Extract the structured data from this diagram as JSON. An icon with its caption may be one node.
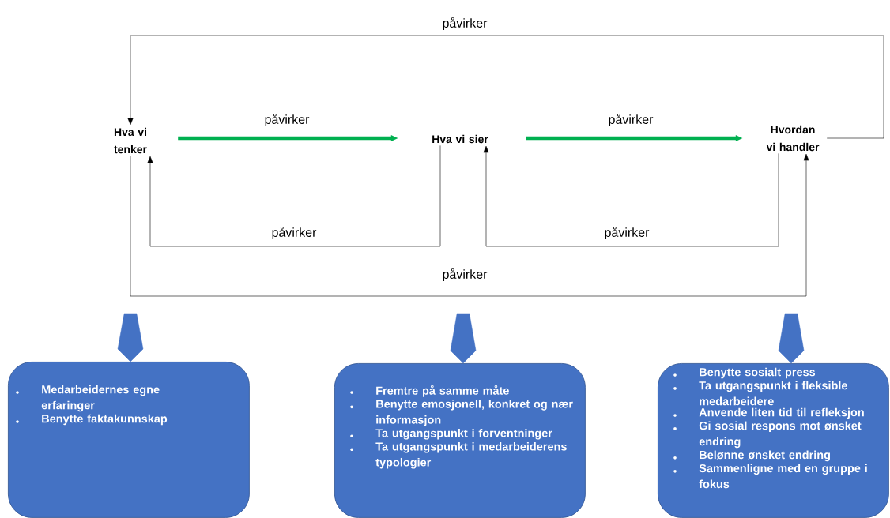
{
  "diagram": {
    "nodes": [
      {
        "text": [
          "Hva vi tenker"
        ]
      },
      {
        "text": [
          "Hva vi sier"
        ]
      },
      {
        "text": [
          "Hvordan vi handler"
        ]
      },
      {
        "text": [
          "Medarbeidernes egne erfaringer",
          "Benytte faktakunnskap"
        ]
      },
      {
        "text": [
          "Fremtre på samme måte",
          "Benytte emosjonell, konkret og nær informasjon",
          "Ta utgangspunkt i forventninger",
          "Ta utgangspunkt i medarbeiderens typologier"
        ]
      },
      {
        "text": [
          "Benytte sosialt press",
          "Ta utgangspunkt i fleksible medarbeidere",
          "Anvende liten tid til refleksjon",
          "Gi sosial respons mot ønsket endring",
          "Belønne ønsket endring",
          "Sammenligne med en gruppe i fokus"
        ]
      }
    ],
    "edges": [
      {
        "from": 2,
        "to": 0,
        "arrow": "to",
        "label": "påvirker"
      },
      {
        "from": 0,
        "to": 1,
        "arrow": "to",
        "label": "påvirker",
        "style": "thick",
        "color": "#00b050"
      },
      {
        "from": 1,
        "to": 2,
        "arrow": "to",
        "label": "påvirker",
        "style": "thick",
        "color": "#00b050"
      },
      {
        "from": 1,
        "to": 0,
        "arrow": "to",
        "label": "påvirker"
      },
      {
        "from": 2,
        "to": 1,
        "arrow": "to",
        "label": "påvirker"
      },
      {
        "from": 0,
        "to": 2,
        "arrow": "to",
        "label": "påvirker"
      },
      {
        "from": null,
        "to": 3,
        "arrow": "to",
        "color": "#4472c4"
      },
      {
        "from": null,
        "to": 4,
        "arrow": "to",
        "color": "#4472c4"
      },
      {
        "from": null,
        "to": 5,
        "arrow": "to",
        "color": "#4472c4"
      }
    ]
  }
}
